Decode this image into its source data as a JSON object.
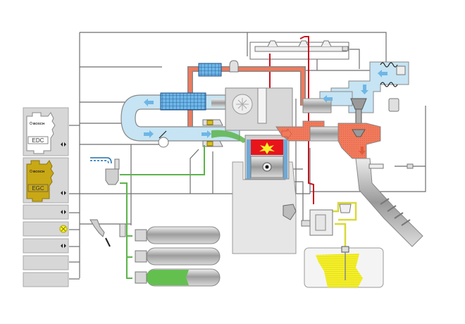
{
  "diagram": {
    "title": "Bi-fuel diesel / natural gas engine management system",
    "colors": {
      "wire": "#6e6e6e",
      "intake_air": "#c6e4f3",
      "exhaust": "#f07a5c",
      "fuel_high_pressure": "#c8141e",
      "fuel_low_pressure": "#d9d93a",
      "gas_line": "#5cb44a",
      "diesel_tank_fill": "#f5f02a",
      "gas_cylinder_fill": "#63c04f",
      "engine_block": "#e6e6e6",
      "combustion": "#e8141c",
      "ecu_edc_fill": "#ffffff",
      "ecu_egc_fill": "#c9a816",
      "panel_bg": "#d7d7d7"
    },
    "control_units": [
      {
        "id": "edc",
        "brand": "BOSCH",
        "label": "EDC",
        "icon": "bidirectional-arrow-icon"
      },
      {
        "id": "egc",
        "brand": "BOSCH",
        "label": "EGC",
        "icon": "bidirectional-arrow-icon"
      }
    ],
    "side_modules": [
      {
        "id": "module-1",
        "icon": "bidirectional-arrow-icon"
      },
      {
        "id": "module-2",
        "icon": "warning-lamp-icon"
      },
      {
        "id": "module-3",
        "icon": "bidirectional-arrow-icon"
      },
      {
        "id": "module-4",
        "icon": ""
      },
      {
        "id": "module-5",
        "icon": ""
      }
    ],
    "components": [
      "intake-air-duct",
      "intercooler",
      "egr-cooler",
      "throttle-valve",
      "gas-injector-rail",
      "common-rail",
      "diesel-injector",
      "combustion-chamber",
      "piston",
      "turbocharger",
      "exhaust-pipe",
      "lambda-sensor",
      "high-pressure-pump",
      "fuel-filter",
      "diesel-tank",
      "gas-pressure-regulator",
      "gas-cylinders",
      "accelerator-pedal",
      "air-filter"
    ],
    "gas_cylinders": [
      {
        "id": "cylinder-1",
        "fill_level": 0
      },
      {
        "id": "cylinder-2",
        "fill_level": 0
      },
      {
        "id": "cylinder-3",
        "fill_level": 0.6
      }
    ]
  }
}
